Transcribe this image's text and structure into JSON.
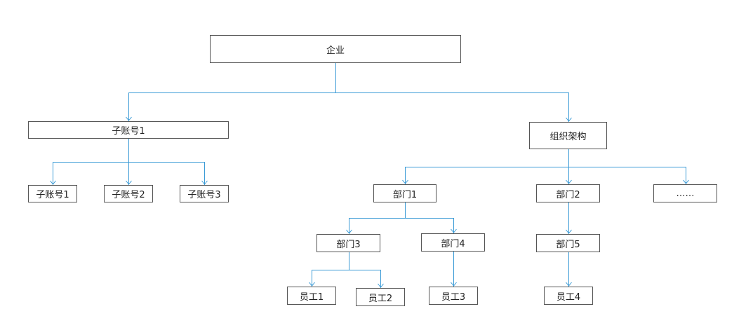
{
  "colors": {
    "connector": "#3b9bd6",
    "node_border": "#555555",
    "text": "#222222",
    "background": "#ffffff"
  },
  "nodes": {
    "enterprise": "企业",
    "sub_account_root": "子账号1",
    "org_structure": "组织架构",
    "sub_account_1": "子账号1",
    "sub_account_2": "子账号2",
    "sub_account_3": "子账号3",
    "dept_1": "部门1",
    "dept_2": "部门2",
    "more": "……",
    "dept_3": "部门3",
    "dept_4": "部门4",
    "dept_5": "部门5",
    "employee_1": "员工1",
    "employee_2": "员工2",
    "employee_3": "员工3",
    "employee_4": "员工4"
  },
  "edges": [
    [
      "enterprise",
      "sub_account_root"
    ],
    [
      "enterprise",
      "org_structure"
    ],
    [
      "sub_account_root",
      "sub_account_1"
    ],
    [
      "sub_account_root",
      "sub_account_2"
    ],
    [
      "sub_account_root",
      "sub_account_3"
    ],
    [
      "org_structure",
      "dept_1"
    ],
    [
      "org_structure",
      "dept_2"
    ],
    [
      "org_structure",
      "more"
    ],
    [
      "dept_1",
      "dept_3"
    ],
    [
      "dept_1",
      "dept_4"
    ],
    [
      "dept_2",
      "dept_5"
    ],
    [
      "dept_3",
      "employee_1"
    ],
    [
      "dept_3",
      "employee_2"
    ],
    [
      "dept_4",
      "employee_3"
    ],
    [
      "dept_5",
      "employee_4"
    ]
  ]
}
